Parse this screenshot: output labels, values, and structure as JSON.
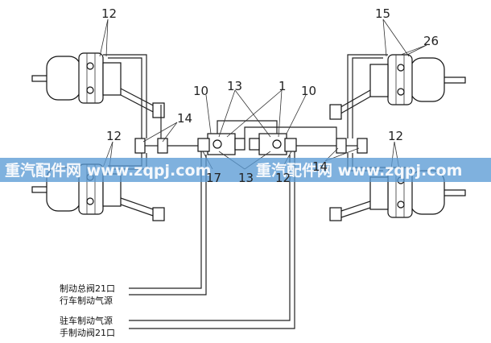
{
  "callouts": {
    "top_left_12": "12",
    "mid_left_12": "12",
    "left_14": "14",
    "left_10": "10",
    "center_13": "13",
    "center_1": "1",
    "right_10": "10",
    "bottom_17": "17",
    "bottom_13": "13",
    "bottom_12": "12",
    "right_14": "14",
    "right_15": "15",
    "right_26": "26",
    "right_12": "12"
  },
  "line_labels": {
    "service_brake_main_valve": "制动总阀21口",
    "service_brake_air_source": "行车制动气源",
    "parking_brake_air_source": "驻车制动气源",
    "hand_brake_valve": "手制动阀21口"
  },
  "watermark": {
    "left": "重汽配件网 www.zqpj.com",
    "right": "重汽配件网 www.zqpj.com"
  },
  "colors": {
    "watermark_band": "#5b9bd5",
    "line": "#222222"
  }
}
